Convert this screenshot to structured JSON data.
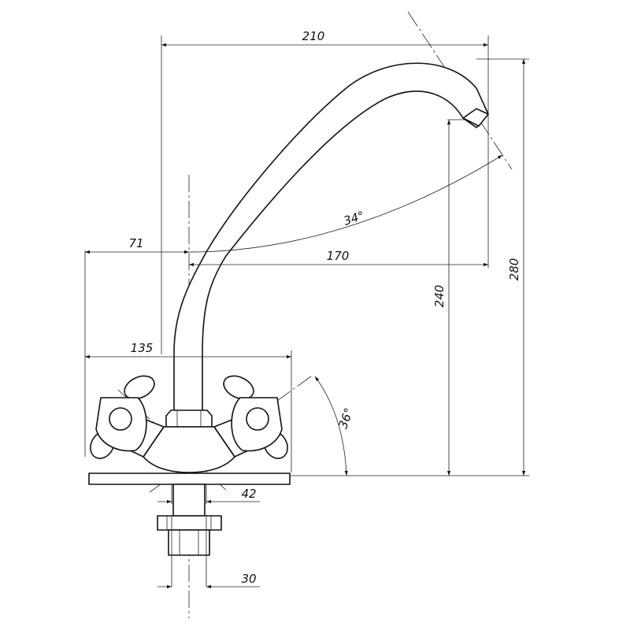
{
  "dimensions": {
    "overall_reach": "210",
    "left_offset": "71",
    "spout_reach": "170",
    "handle_span": "135",
    "outlet_height": "240",
    "total_height": "280",
    "spout_angle": "34°",
    "handle_angle": "36°",
    "base_width": "42",
    "shank_diameter": "30"
  },
  "colors": {
    "line": "#111111",
    "background": "#ffffff"
  }
}
